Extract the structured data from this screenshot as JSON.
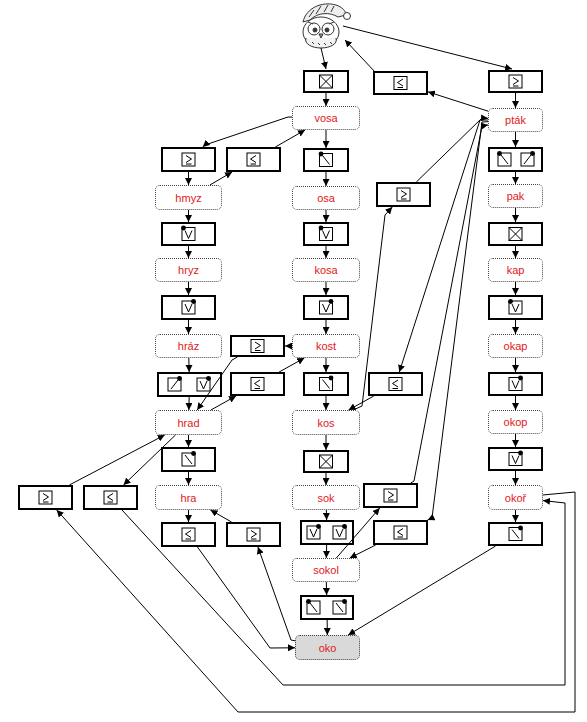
{
  "diagram": {
    "nodes": [
      {
        "text": []
      },
      {
        "text": []
      },
      {
        "text": []
      },
      {
        "text": [
          "vosa"
        ]
      },
      {
        "text": [
          "pták"
        ]
      },
      {
        "text": []
      },
      {
        "text": []
      },
      {
        "text": []
      },
      {
        "text": []
      },
      {
        "text": []
      },
      {
        "text": [
          "pak"
        ]
      },
      {
        "text": [
          "hmyz"
        ]
      },
      {
        "text": [
          "osa"
        ]
      },
      {
        "text": []
      },
      {
        "text": []
      },
      {
        "text": []
      },
      {
        "text": [
          "hryz"
        ]
      },
      {
        "text": [
          "kosa"
        ]
      },
      {
        "text": [
          "kap"
        ]
      },
      {
        "text": []
      },
      {
        "text": []
      },
      {
        "text": []
      },
      {
        "text": [
          "hráz"
        ]
      },
      {
        "text": []
      },
      {
        "text": [
          "kost"
        ]
      },
      {
        "text": [
          "okap"
        ]
      },
      {
        "text": []
      },
      {
        "text": []
      },
      {
        "text": []
      },
      {
        "text": []
      },
      {
        "text": []
      },
      {
        "text": [
          "hrad"
        ]
      },
      {
        "text": [
          "kos"
        ]
      },
      {
        "text": [
          "okop"
        ]
      },
      {
        "text": []
      },
      {
        "text": []
      },
      {
        "text": []
      },
      {
        "text": []
      },
      {
        "text": []
      },
      {
        "text": [
          "hra"
        ]
      },
      {
        "text": [
          "sok"
        ]
      },
      {
        "text": []
      },
      {
        "text": [
          "okoř"
        ]
      },
      {
        "text": []
      },
      {
        "text": []
      },
      {
        "text": []
      },
      {
        "text": []
      },
      {
        "text": []
      },
      {
        "text": [
          "sokol"
        ]
      },
      {
        "text": []
      },
      {
        "text": [
          "oko"
        ]
      }
    ],
    "edges": [
      {
        "from": 0,
        "to": 3,
        "arrow": "to"
      },
      {
        "from": 3,
        "to": 7,
        "arrow": "to"
      },
      {
        "from": 7,
        "to": 12,
        "arrow": "to"
      },
      {
        "from": 12,
        "to": 14,
        "arrow": "to"
      },
      {
        "from": 14,
        "to": 17,
        "arrow": "to"
      },
      {
        "from": 17,
        "to": 20,
        "arrow": "to"
      },
      {
        "from": 20,
        "to": 24,
        "arrow": "to"
      },
      {
        "from": 24,
        "to": 28,
        "arrow": "to"
      },
      {
        "from": 28,
        "to": 32,
        "arrow": "to"
      },
      {
        "from": 32,
        "to": 35,
        "arrow": "to"
      },
      {
        "from": 35,
        "to": 40,
        "arrow": "to"
      },
      {
        "from": 40,
        "to": 43,
        "arrow": "to"
      },
      {
        "from": 43,
        "to": 48,
        "arrow": "to"
      },
      {
        "from": 48,
        "to": 49,
        "arrow": "to"
      },
      {
        "from": 49,
        "to": 50,
        "arrow": "to"
      },
      {
        "from": 3,
        "to": 5,
        "arrow": "to"
      },
      {
        "from": 5,
        "to": 11,
        "arrow": "to"
      },
      {
        "from": 11,
        "to": 6,
        "arrow": "to"
      },
      {
        "from": 6,
        "to": 3,
        "arrow": "to"
      },
      {
        "from": 11,
        "to": 13,
        "arrow": "to"
      },
      {
        "from": 13,
        "to": 16,
        "arrow": "to"
      },
      {
        "from": 16,
        "to": 19,
        "arrow": "to"
      },
      {
        "from": 19,
        "to": 22,
        "arrow": "to"
      },
      {
        "from": 22,
        "to": 26,
        "arrow": "to"
      },
      {
        "from": 26,
        "to": 31,
        "arrow": "to"
      },
      {
        "from": 31,
        "to": 34,
        "arrow": "to"
      },
      {
        "from": 34,
        "to": 39,
        "arrow": "to"
      },
      {
        "from": 39,
        "to": 45,
        "arrow": "to"
      },
      {
        "from": 45,
        "to": 50,
        "arrow": "to"
      },
      {
        "from": 50,
        "to": 46,
        "arrow": "to"
      },
      {
        "from": 46,
        "to": 39,
        "arrow": "to"
      },
      {
        "from": 24,
        "to": 23,
        "arrow": "to"
      },
      {
        "from": 23,
        "to": 31,
        "arrow": "to"
      },
      {
        "from": 31,
        "to": 27,
        "arrow": "to"
      },
      {
        "from": 27,
        "to": 24,
        "arrow": "to"
      },
      {
        "from": 31,
        "to": 38,
        "arrow": "to"
      },
      {
        "from": 38,
        "to": 42,
        "arrow": "to"
      },
      {
        "from": 42,
        "to": 37,
        "arrow": "to"
      },
      {
        "from": 37,
        "to": 31,
        "arrow": "to"
      },
      {
        "from": 32,
        "to": 9,
        "arrow": "to"
      },
      {
        "from": 9,
        "to": 4,
        "arrow": "to"
      },
      {
        "from": 4,
        "to": 29,
        "arrow": "to"
      },
      {
        "from": 29,
        "to": 32,
        "arrow": "to"
      },
      {
        "from": 48,
        "to": 41,
        "arrow": "to"
      },
      {
        "from": 41,
        "to": 4,
        "arrow": "to"
      },
      {
        "from": 4,
        "to": 44,
        "arrow": "to"
      },
      {
        "from": 44,
        "to": 48,
        "arrow": "to"
      },
      {
        "from": 4,
        "to": 1,
        "arrow": "to"
      },
      {
        "from": 2,
        "to": 4,
        "arrow": "to"
      },
      {
        "from": 4,
        "to": 8,
        "arrow": "to"
      },
      {
        "from": 8,
        "to": 10,
        "arrow": "to"
      },
      {
        "from": 10,
        "to": 15,
        "arrow": "to"
      },
      {
        "from": 15,
        "to": 18,
        "arrow": "to"
      },
      {
        "from": 18,
        "to": 21,
        "arrow": "to"
      },
      {
        "from": 21,
        "to": 25,
        "arrow": "to"
      },
      {
        "from": 25,
        "to": 30,
        "arrow": "to"
      },
      {
        "from": 30,
        "to": 33,
        "arrow": "to"
      },
      {
        "from": 33,
        "to": 36,
        "arrow": "to"
      },
      {
        "from": 36,
        "to": 42,
        "arrow": "to"
      },
      {
        "from": 42,
        "to": 47,
        "arrow": "to"
      },
      {
        "from": 47,
        "to": 50,
        "arrow": "to"
      }
    ]
  }
}
